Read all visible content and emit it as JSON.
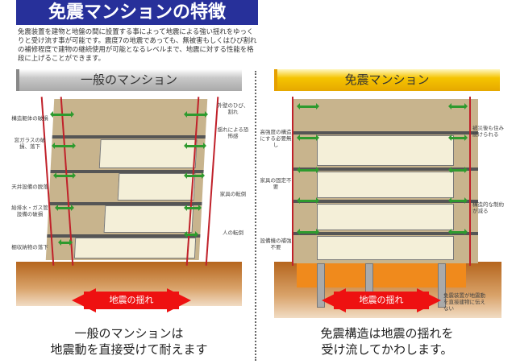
{
  "header": {
    "title": "免震マンションの特徴"
  },
  "intro": "免震装置を建物と地盤の間に設置する事によって地震による強い揺れをゆっくりと受け流す事が可能です。震度7の地震であっても、無被害もしくはひび割れの補修程度で建物の継続使用が可能となるレベルまで、地震に対する性能を格段に上げることができます。",
  "left": {
    "title": "一般のマンション",
    "labels_left": [
      "構造躯体の破損",
      "窓ガラスの破損、落下",
      "天井設備の脱落",
      "給排水・ガス管設備の破損",
      "棚収納物の落下"
    ],
    "labels_right": [
      "外壁のひび、割れ",
      "揺れによる恐怖感",
      "家具の転倒",
      "人の転倒"
    ],
    "quake": "地震の揺れ",
    "caption": [
      "一般のマンションは",
      "地震動を直接受けて耐えます"
    ]
  },
  "right": {
    "title": "免震マンション",
    "labels_left": [
      "高強度の構造にする必要無し",
      "家具の固定不要",
      "設備機の補強不要"
    ],
    "labels_right": [
      "被災後も住み続けられる",
      "構造的な制約が減る"
    ],
    "device_note": "免震装置が地震動を直接建物に伝えない",
    "quake": "地震の揺れ",
    "caption": [
      "免震構造は地震の揺れを",
      "受け流してかわします。"
    ]
  },
  "colors": {
    "header": "#27309a",
    "quake_arrow": "#e11111",
    "left_title": "#a9a9a9",
    "right_title": "#f5c400",
    "displacement_arrow": "#2e9a2e"
  }
}
